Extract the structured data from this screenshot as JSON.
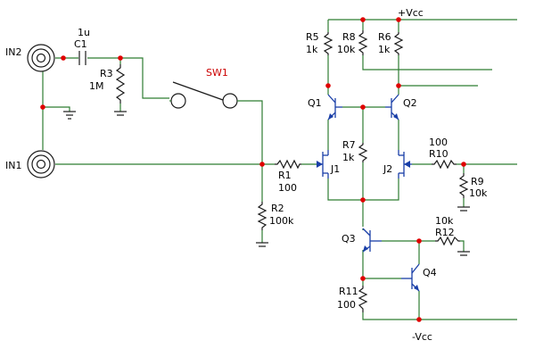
{
  "labels": {
    "in2": "IN2",
    "in1": "IN1",
    "c1_value": "1u",
    "c1_name": "C1",
    "r3_name": "R3",
    "r3_value": "1M",
    "sw1": "SW1",
    "vcc": "+Vcc",
    "nvcc": "-Vcc",
    "r5_name": "R5",
    "r5_value": "1k",
    "r8_name": "R8",
    "r8_value": "10k",
    "r6_name": "R6",
    "r6_value": "1k",
    "q1": "Q1",
    "q2": "Q2",
    "r7_name": "R7",
    "r7_value": "1k",
    "j1": "J1",
    "j2": "J2",
    "r1_name": "R1",
    "r1_value": "100",
    "r2_name": "R2",
    "r2_value": "100k",
    "r10_value": "100",
    "r10_name": "R10",
    "r9_name": "R9",
    "r9_value": "10k",
    "r12_value": "10k",
    "r12_name": "R12",
    "q3": "Q3",
    "q4": "Q4",
    "r11_name": "R11",
    "r11_value": "100"
  },
  "colors": {
    "wire": "#2e7d32",
    "component": "#1a1a1a",
    "transistor": "#1a3fa8",
    "junction": "#e00000",
    "switch_label": "#cc0000"
  }
}
